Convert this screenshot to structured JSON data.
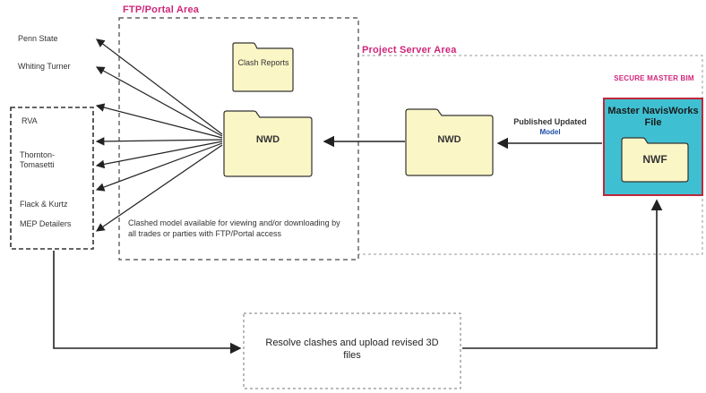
{
  "areas": {
    "ftp": "FTP/Portal Area",
    "project": "Project Server Area",
    "secure": "SECURE MASTER BIM"
  },
  "stakeholders": [
    "Penn State",
    "Whiting Turner",
    "RVA",
    "Thornton-Tomasetti",
    "Flack & Kurtz",
    "MEP Detailers"
  ],
  "folders": {
    "clash_reports": "Clash Reports",
    "nwd_ftp": "NWD",
    "nwd_project": "NWD",
    "nwf": "NWF"
  },
  "master": {
    "title": "Master NavisWorks File"
  },
  "labels": {
    "published": "Published Updated",
    "model": "Model"
  },
  "notes": {
    "clashed": "Clashed model available for viewing and/or downloading by all trades or parties with FTP/Portal access"
  },
  "resolve": {
    "text": "Resolve clashes and upload revised 3D files"
  },
  "colors": {
    "area_title": "#d0267a",
    "folder_fill": "#fbf6c6",
    "master_fill": "#3fc0d2",
    "model_label": "#1f4fa8"
  }
}
